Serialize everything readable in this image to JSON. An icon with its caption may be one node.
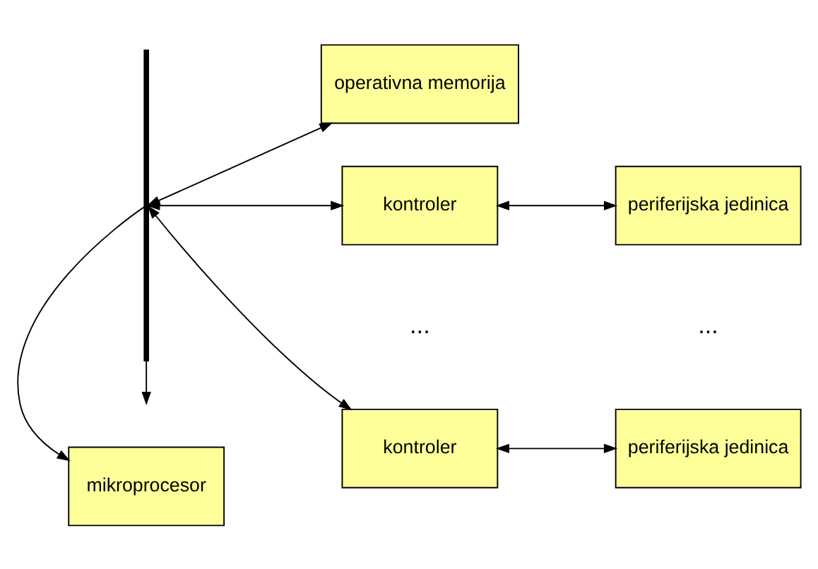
{
  "diagram": {
    "nodes": [
      {
        "text": [
          "mikroprocesor"
        ]
      },
      {
        "text": [],
        "shape": "bar"
      },
      {
        "text": [
          "operativna memorija"
        ]
      },
      {
        "text": [
          "kontroler"
        ]
      },
      {
        "text": [
          "periferijska jedinica"
        ]
      },
      {
        "text": [
          "kontroler"
        ]
      },
      {
        "text": [
          "periferijska jedinica"
        ]
      }
    ],
    "edges": [
      {
        "from": 1,
        "to": 0,
        "arrow": "to"
      },
      {
        "from": 1,
        "to": null,
        "arrow": "to"
      },
      {
        "from": 1,
        "to": 2,
        "arrow": "both"
      },
      {
        "from": 1,
        "to": 3,
        "arrow": "both"
      },
      {
        "from": 3,
        "to": 4,
        "arrow": "both"
      },
      {
        "from": 1,
        "to": 5,
        "arrow": "both"
      },
      {
        "from": 5,
        "to": 6,
        "arrow": "both"
      }
    ],
    "labels": [
      "...",
      "..."
    ]
  }
}
